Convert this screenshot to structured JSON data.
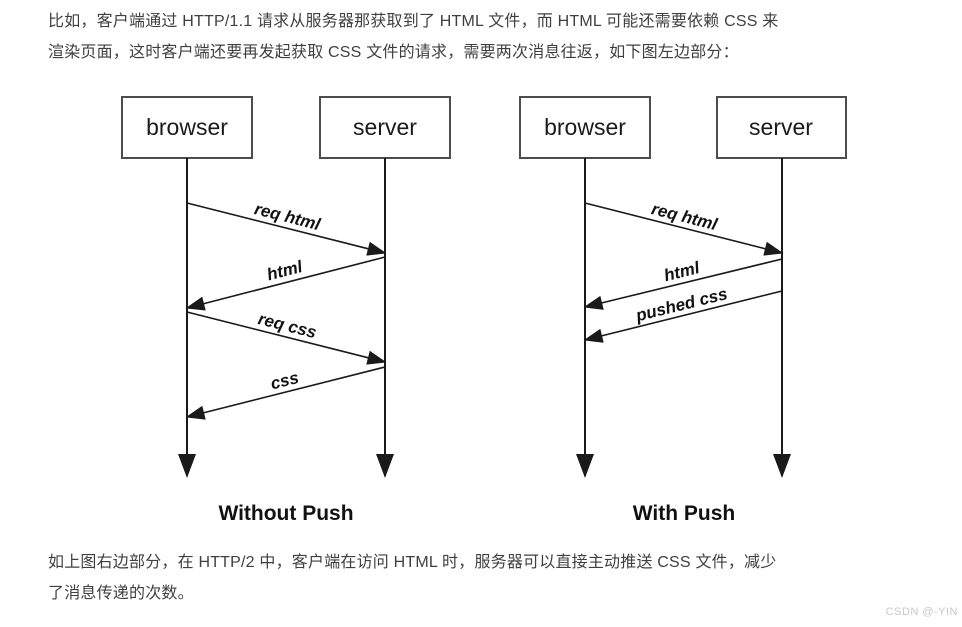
{
  "page": {
    "background_color": "#ffffff",
    "body_text_color": "#3f3f3f",
    "diagram_line_color": "#1a1a1a"
  },
  "paragraph_top": {
    "lines": [
      "比如，客户端通过 HTTP/1.1 请求从服务器那获取到了 HTML 文件，而 HTML 可能还需要依赖 CSS 来",
      "渲染页面，这时客户端还要再发起获取 CSS 文件的请求，需要两次消息往返，如下图左边部分："
    ]
  },
  "paragraph_bottom": {
    "lines": [
      "如上图右边部分，在 HTTP/2 中，客户端在访问 HTML 时，服务器可以直接主动推送 CSS 文件，减少",
      "了消息传递的次数。"
    ]
  },
  "diagram": {
    "left": {
      "caption": "Without Push",
      "actors": [
        "browser",
        "server"
      ],
      "messages": [
        {
          "label": "req html",
          "from": "browser",
          "to": "server"
        },
        {
          "label": "html",
          "from": "server",
          "to": "browser"
        },
        {
          "label": "req css",
          "from": "browser",
          "to": "server"
        },
        {
          "label": "css",
          "from": "server",
          "to": "browser"
        }
      ]
    },
    "right": {
      "caption": "With Push",
      "actors": [
        "browser",
        "server"
      ],
      "messages": [
        {
          "label": "req html",
          "from": "browser",
          "to": "server"
        },
        {
          "label": "html",
          "from": "server",
          "to": "browser"
        },
        {
          "label": "pushed css",
          "from": "server",
          "to": "browser"
        }
      ]
    }
  },
  "watermark": {
    "text": "CSDN @-YIN"
  }
}
